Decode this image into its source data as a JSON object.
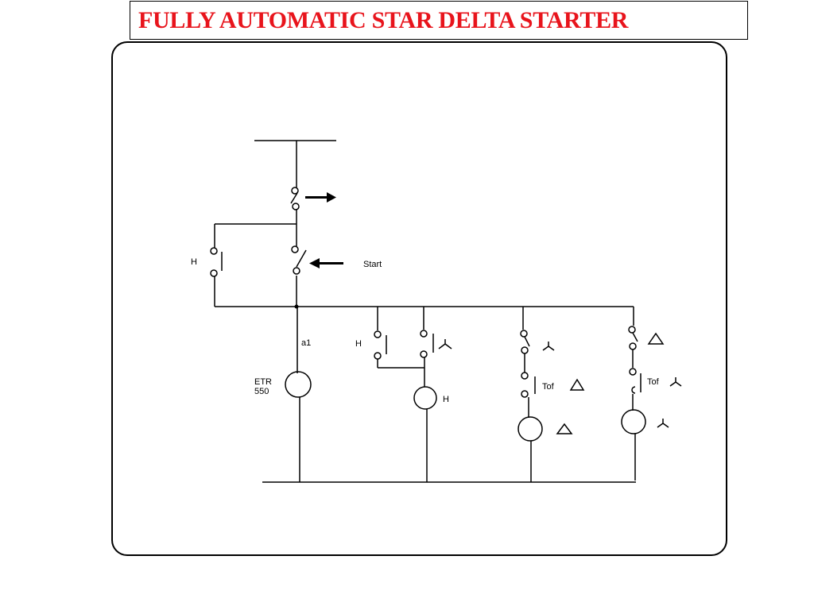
{
  "title": {
    "text": "FULLY AUTOMATIC STAR DELTA STARTER",
    "color": "#e8141c"
  },
  "diagram": {
    "labels": {
      "hold_contact": "H",
      "start": "Start",
      "timer_contact_name": "a1",
      "timer_name_line1": "ETR",
      "timer_name_line2": "550",
      "hold_branch_contact": "H",
      "hold_coil": "H",
      "tof_delta": "Tof",
      "tof_star": "Tof"
    },
    "symbols": {
      "star": "star-symbol",
      "delta": "delta-symbol"
    },
    "line_color": "#000000"
  }
}
